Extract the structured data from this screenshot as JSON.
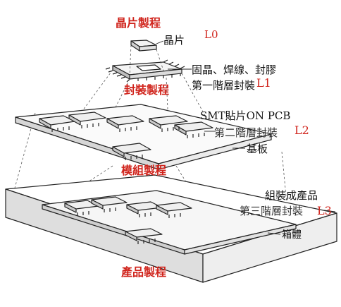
{
  "labels": {
    "wafer_process": "晶片製程",
    "wafer": "晶片",
    "level0": "L0",
    "bonding": "固晶、焊線、封膠",
    "package_process": "封裝製程",
    "first_level": "第一階層封裝",
    "level1": "L1",
    "smt": "SMT貼片ON PCB",
    "second_level": "第二階層封裝",
    "level2": "L2",
    "substrate": "基板",
    "module_process": "模組製程",
    "assembly": "組裝成產品",
    "third_level": "第三階層封裝",
    "level3": "L3",
    "case": "箱體",
    "product_process": "產品製程"
  },
  "colors": {
    "accent_red": "#d0241c",
    "line": "#222222"
  }
}
